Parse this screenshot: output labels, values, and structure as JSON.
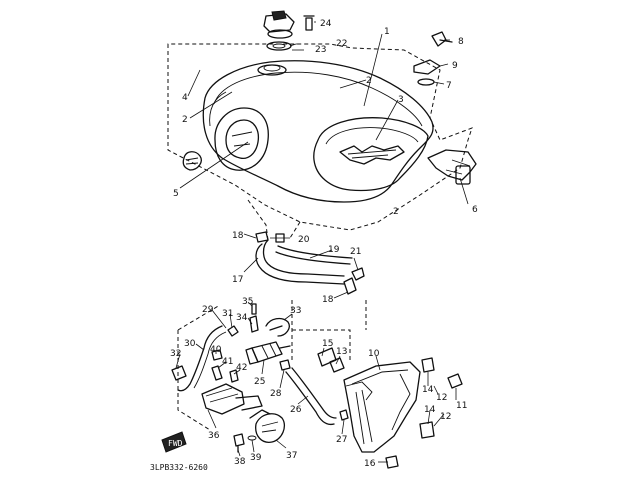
{
  "diagram": {
    "drawing_code": "3LPB332-6260",
    "callouts": [
      {
        "id": "c1",
        "label": "1"
      },
      {
        "id": "c2a",
        "label": "2"
      },
      {
        "id": "c2b",
        "label": "2"
      },
      {
        "id": "c2c",
        "label": "2"
      },
      {
        "id": "c3",
        "label": "3"
      },
      {
        "id": "c4",
        "label": "4"
      },
      {
        "id": "c5",
        "label": "5"
      },
      {
        "id": "c6",
        "label": "6"
      },
      {
        "id": "c7",
        "label": "7"
      },
      {
        "id": "c8",
        "label": "8"
      },
      {
        "id": "c9",
        "label": "9"
      },
      {
        "id": "c10",
        "label": "10"
      },
      {
        "id": "c11",
        "label": "11"
      },
      {
        "id": "c12a",
        "label": "12"
      },
      {
        "id": "c12b",
        "label": "12"
      },
      {
        "id": "c13",
        "label": "13"
      },
      {
        "id": "c14a",
        "label": "14"
      },
      {
        "id": "c14b",
        "label": "14"
      },
      {
        "id": "c15",
        "label": "15"
      },
      {
        "id": "c16",
        "label": "16"
      },
      {
        "id": "c17",
        "label": "17"
      },
      {
        "id": "c18a",
        "label": "18"
      },
      {
        "id": "c18b",
        "label": "18"
      },
      {
        "id": "c19",
        "label": "19"
      },
      {
        "id": "c20",
        "label": "20"
      },
      {
        "id": "c21",
        "label": "21"
      },
      {
        "id": "c22",
        "label": "22"
      },
      {
        "id": "c23",
        "label": "23"
      },
      {
        "id": "c24",
        "label": "24"
      },
      {
        "id": "c25",
        "label": "25"
      },
      {
        "id": "c26",
        "label": "26"
      },
      {
        "id": "c27",
        "label": "27"
      },
      {
        "id": "c28",
        "label": "28"
      },
      {
        "id": "c29",
        "label": "29"
      },
      {
        "id": "c30",
        "label": "30"
      },
      {
        "id": "c31",
        "label": "31"
      },
      {
        "id": "c32",
        "label": "32"
      },
      {
        "id": "c33",
        "label": "33"
      },
      {
        "id": "c34",
        "label": "34"
      },
      {
        "id": "c35",
        "label": "35"
      },
      {
        "id": "c36",
        "label": "36"
      },
      {
        "id": "c37",
        "label": "37"
      },
      {
        "id": "c38",
        "label": "38"
      },
      {
        "id": "c39",
        "label": "39"
      },
      {
        "id": "c40",
        "label": "40"
      },
      {
        "id": "c41",
        "label": "41"
      },
      {
        "id": "c42",
        "label": "42"
      }
    ]
  }
}
